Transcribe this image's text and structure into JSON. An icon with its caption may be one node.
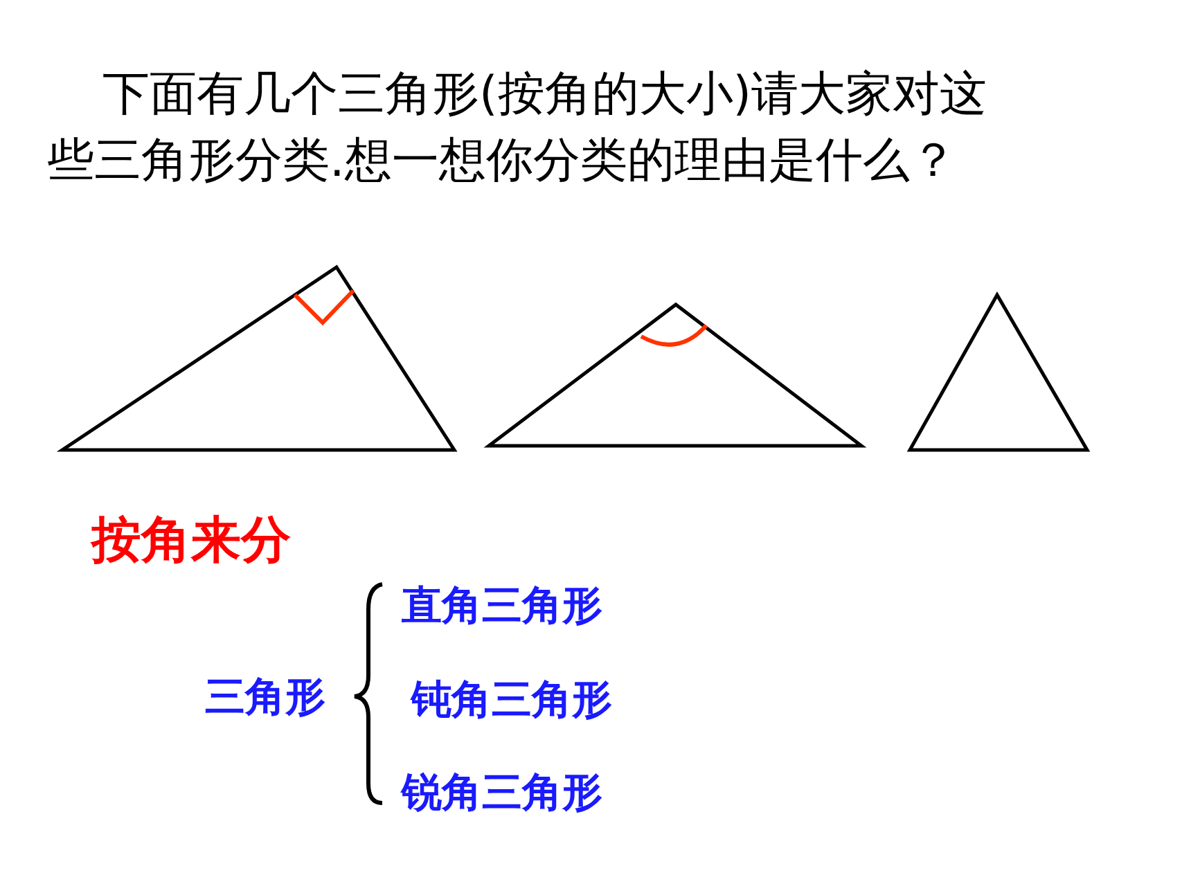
{
  "diagram": {
    "title": "下面有几个三角形(按角的大小)请大家对这些三角形分类.想一想你分类的理由是什么？",
    "labels": [
      "按角来分",
      "三角形",
      "直角三角形",
      "钝角三角形",
      "锐角三角形"
    ]
  }
}
